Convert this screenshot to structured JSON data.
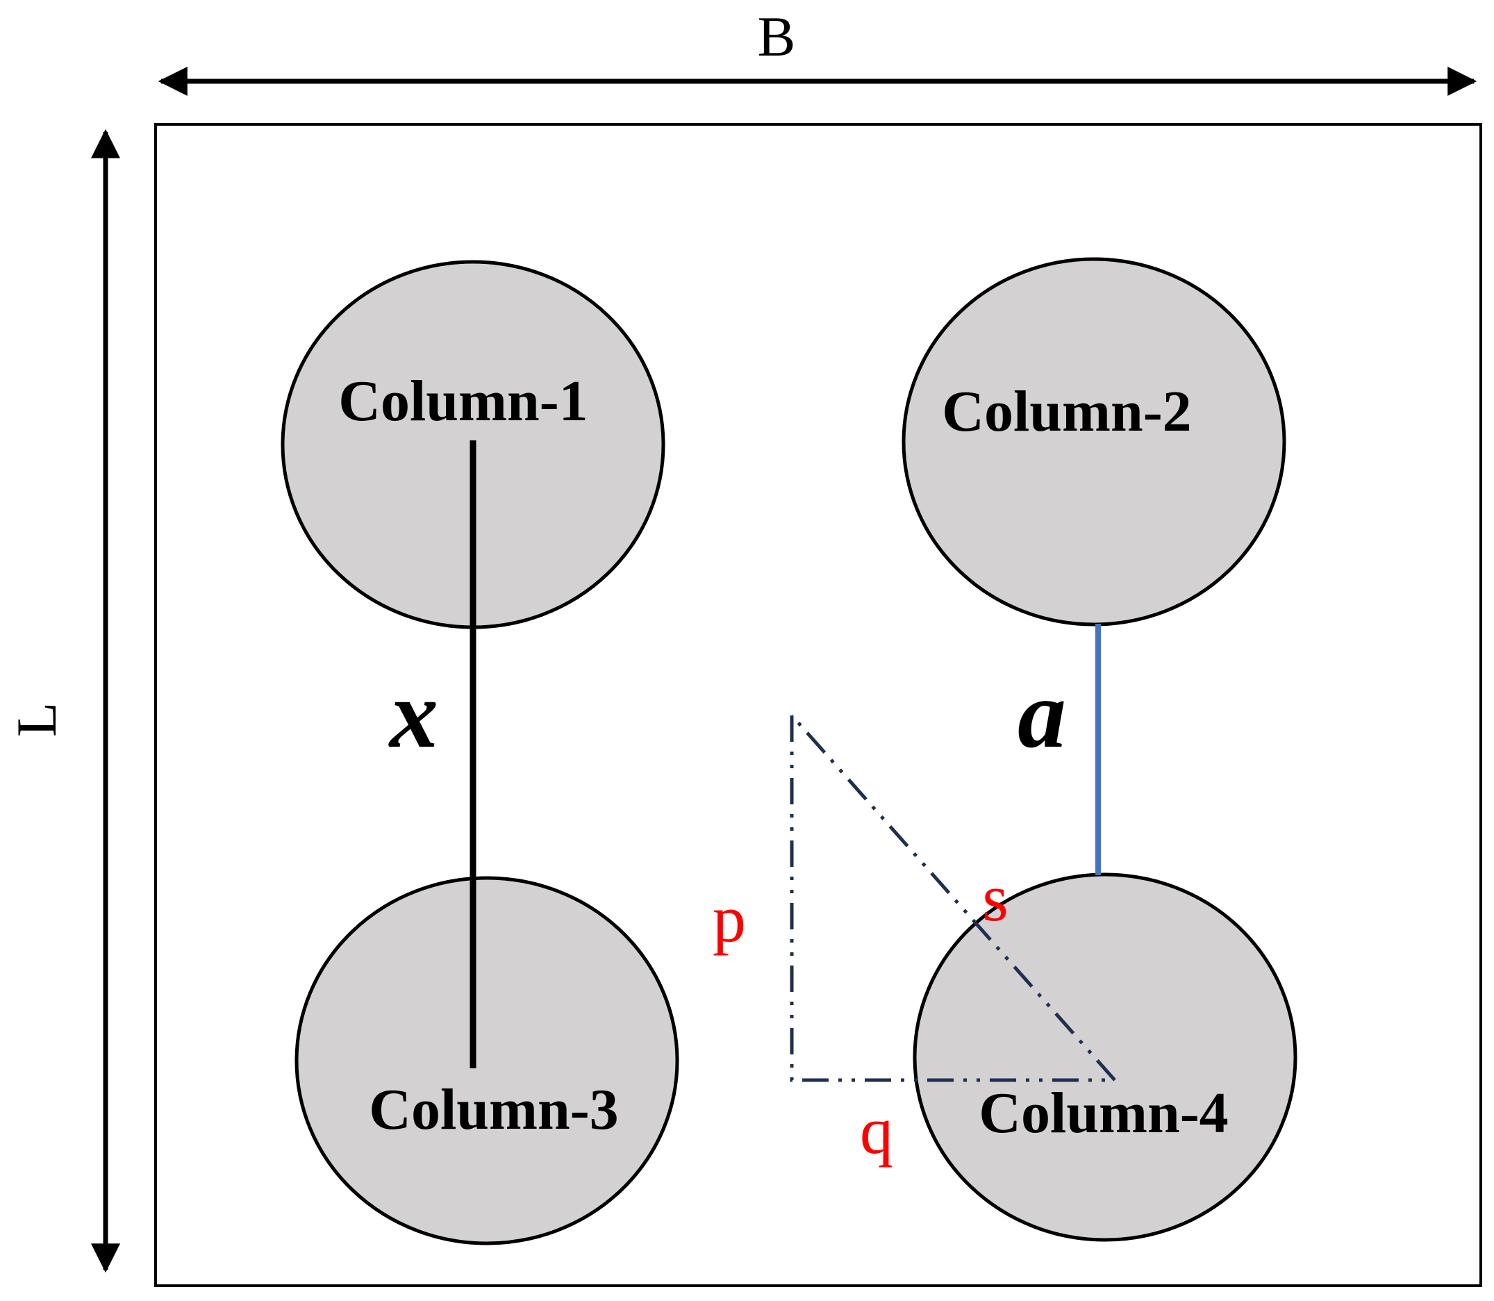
{
  "dimensions": {
    "width_label": "B",
    "length_label": "L"
  },
  "columns": [
    {
      "label": "Column-1"
    },
    {
      "label": "Column-2"
    },
    {
      "label": "Column-3"
    },
    {
      "label": "Column-4"
    }
  ],
  "spacing": {
    "side_label": "x",
    "direct_label": "a"
  },
  "triangle": {
    "vertical_label": "p",
    "horizontal_label": "q",
    "hypotenuse_label": "s"
  },
  "colors": {
    "column_fill": "#d3d1d2",
    "outline": "#000000",
    "spacing_a_line": "#4472c4",
    "triangle_line": "#1f2f4f",
    "triangle_labels": "#ff0000"
  }
}
